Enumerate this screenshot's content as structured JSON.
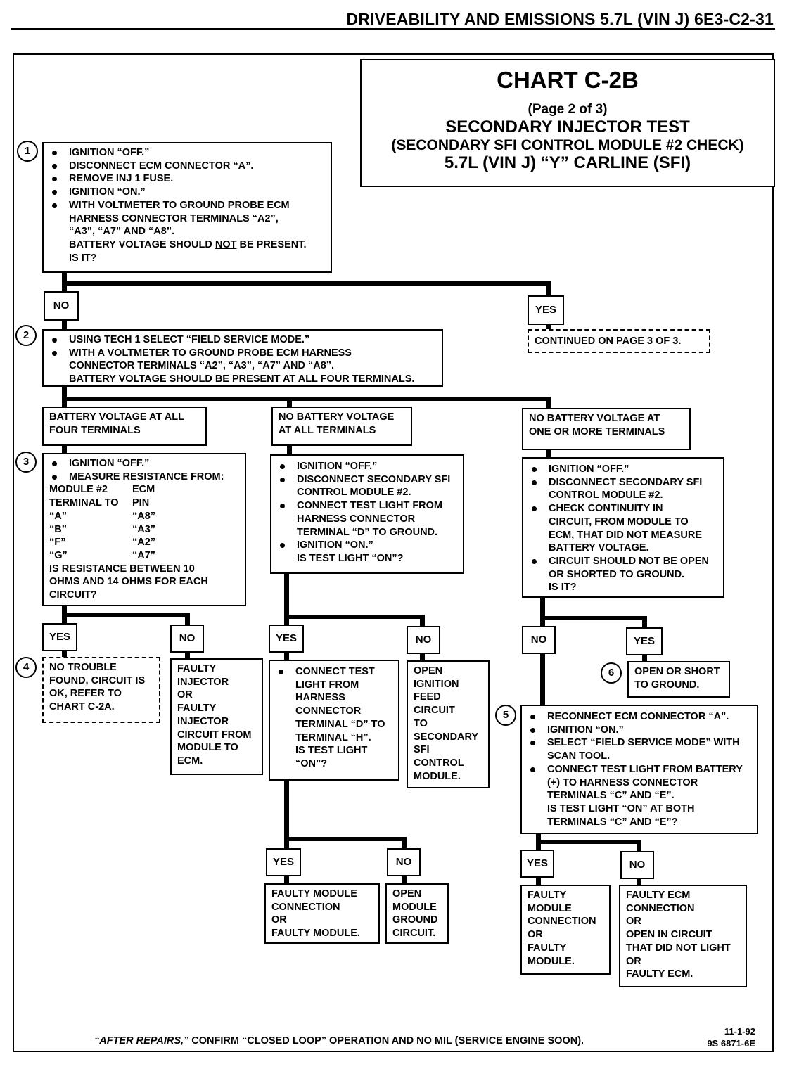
{
  "header": {
    "title": "DRIVEABILITY AND EMISSIONS  5.7L  (VIN J)  6E3-C2-31"
  },
  "title_block": {
    "chart": "CHART C-2B",
    "page": "(Page 2 of 3)",
    "name": "SECONDARY INJECTOR TEST",
    "subtitle": "(SECONDARY SFI CONTROL MODULE #2 CHECK)",
    "engine": "5.7L  (VIN J)  “Y”  CARLINE  (SFI)"
  },
  "step_numbers": [
    "1",
    "2",
    "3",
    "4",
    "5",
    "6"
  ],
  "yes": "YES",
  "no": "NO",
  "step1": {
    "bullets": [
      "IGNITION “OFF.”",
      "DISCONNECT ECM CONNECTOR “A”.",
      "REMOVE INJ 1 FUSE.",
      "IGNITION “ON.”",
      "WITH VOLTMETER TO GROUND PROBE ECM"
    ],
    "cont": [
      "HARNESS CONNECTOR TERMINALS “A2”,",
      "“A3”, “A7” AND “A8”."
    ],
    "q1": "BATTERY VOLTAGE SHOULD ",
    "q_not": "NOT",
    "q2": " BE PRESENT.",
    "q3": "IS IT?"
  },
  "continued": "CONTINUED ON PAGE 3 OF 3.",
  "step2": {
    "bullets": [
      "USING TECH 1 SELECT “FIELD SERVICE MODE.”",
      "WITH A VOLTMETER TO GROUND PROBE ECM HARNESS"
    ],
    "cont": [
      "CONNECTOR TERMINALS “A2”, “A3”, “A7” AND “A8”.",
      "BATTERY VOLTAGE SHOULD BE PRESENT AT ALL FOUR TERMINALS."
    ]
  },
  "branch_a": {
    "lines": [
      "BATTERY VOLTAGE AT ALL",
      "FOUR TERMINALS"
    ]
  },
  "branch_b": {
    "lines": [
      "NO BATTERY VOLTAGE",
      "AT ALL TERMINALS"
    ]
  },
  "branch_c": {
    "lines": [
      "NO BATTERY VOLTAGE AT",
      "ONE OR MORE TERMINALS"
    ]
  },
  "step3": {
    "bullets": [
      "IGNITION “OFF.”",
      "MEASURE RESISTANCE FROM:"
    ],
    "table": [
      [
        "MODULE #2",
        "ECM"
      ],
      [
        "TERMINAL TO",
        "PIN"
      ],
      [
        "“A”",
        "“A8”"
      ],
      [
        "“B”",
        "“A3”"
      ],
      [
        "“F”",
        "“A2”"
      ],
      [
        "“G”",
        "“A7”"
      ]
    ],
    "q": [
      "IS RESISTANCE BETWEEN 10",
      "OHMS AND 14 OHMS FOR EACH",
      "CIRCUIT?"
    ]
  },
  "mid_box": {
    "bullets": [
      "IGNITION “OFF.”",
      "DISCONNECT SECONDARY SFI",
      "CONNECT TEST LIGHT FROM",
      "IGNITION “ON.”"
    ],
    "cont2": "CONTROL MODULE #2.",
    "cont3a": "HARNESS CONNECTOR",
    "cont3b": "TERMINAL “D” TO GROUND.",
    "q": "IS TEST LIGHT “ON”?"
  },
  "right_box": {
    "b1": "IGNITION “OFF.”",
    "b2": "DISCONNECT SECONDARY SFI",
    "b2c": "CONTROL MODULE #2.",
    "b3": "CHECK CONTINUITY IN",
    "b3c": [
      "CIRCUIT, FROM MODULE TO",
      "ECM, THAT DID NOT MEASURE",
      "BATTERY VOLTAGE."
    ],
    "b4": "CIRCUIT SHOULD NOT BE OPEN",
    "b4c": "OR SHORTED TO GROUND.",
    "q": "IS IT?"
  },
  "step4": {
    "lines": [
      "NO TROUBLE",
      "FOUND, CIRCUIT IS",
      "OK, REFER TO",
      "CHART C-2A."
    ]
  },
  "faulty_injector": {
    "lines": [
      "FAULTY",
      "INJECTOR",
      "OR",
      "FAULTY",
      "INJECTOR",
      "CIRCUIT FROM",
      "MODULE TO",
      "ECM."
    ]
  },
  "connect_hd": {
    "bullet": "CONNECT TEST",
    "cont": [
      "LIGHT FROM",
      "HARNESS",
      "CONNECTOR",
      "TERMINAL “D” TO",
      "TERMINAL “H”.",
      "IS TEST LIGHT",
      "“ON”?"
    ]
  },
  "open_ignition": {
    "lines": [
      "OPEN",
      "IGNITION",
      "FEED",
      "CIRCUIT",
      "TO",
      "SECONDARY",
      "SFI",
      "CONTROL",
      "MODULE."
    ]
  },
  "step6": {
    "lines": [
      "OPEN OR SHORT",
      "TO GROUND."
    ]
  },
  "step5": {
    "b1": "RECONNECT ECM CONNECTOR “A”.",
    "b2": "IGNITION “ON.”",
    "b3": "SELECT “FIELD SERVICE MODE” WITH",
    "b3c": "SCAN TOOL.",
    "b4": "CONNECT TEST LIGHT FROM BATTERY",
    "b4c": [
      "(+) TO HARNESS CONNECTOR",
      "TERMINALS “C” AND “E”.",
      "IS TEST LIGHT “ON” AT BOTH",
      "TERMINALS “C” AND “E”?"
    ]
  },
  "faulty_module_conn": {
    "lines": [
      "FAULTY MODULE",
      "CONNECTION",
      "OR",
      "FAULTY MODULE."
    ]
  },
  "open_module_ground": {
    "lines": [
      "OPEN",
      "MODULE",
      "GROUND",
      "CIRCUIT."
    ]
  },
  "faulty_module_conn2": {
    "lines": [
      "FAULTY",
      "MODULE",
      "CONNECTION",
      "OR",
      "FAULTY",
      "MODULE."
    ]
  },
  "faulty_ecm": {
    "lines": [
      "FAULTY ECM",
      "CONNECTION",
      "OR",
      "OPEN IN CIRCUIT",
      "THAT DID NOT LIGHT",
      "OR",
      "FAULTY ECM."
    ]
  },
  "footer": {
    "italic": "“AFTER REPAIRS,”",
    "rest": " CONFIRM “CLOSED LOOP” OPERATION AND NO MIL (SERVICE ENGINE SOON)."
  },
  "stamp": {
    "date": "11-1-92",
    "code": "9S 6871-6E"
  }
}
